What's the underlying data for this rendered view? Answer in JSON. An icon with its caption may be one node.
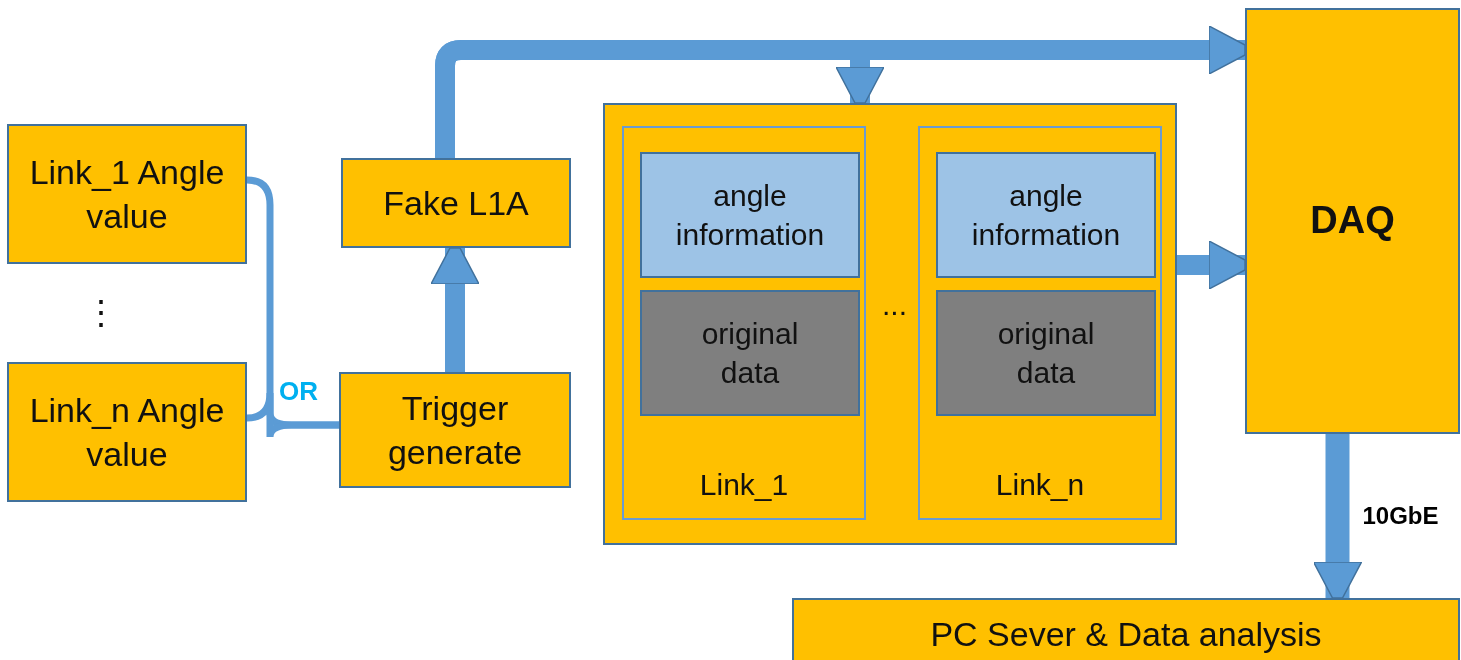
{
  "diagram": {
    "nodes": [
      {
        "text": [
          "Link_1 Angle value"
        ]
      },
      {
        "text": [
          "Link_n Angle value"
        ]
      },
      {
        "text": [
          "Fake L1A"
        ]
      },
      {
        "text": [
          "Trigger generate"
        ]
      },
      {
        "text": [],
        "shape": "box"
      },
      {
        "text": [
          "Link_1"
        ],
        "in": 4
      },
      {
        "text": [
          "angle information"
        ],
        "in": 5
      },
      {
        "text": [
          "original data"
        ],
        "in": 5
      },
      {
        "text": [
          "Link_n"
        ],
        "in": 4
      },
      {
        "text": [
          "angle information"
        ],
        "in": 8
      },
      {
        "text": [
          "original data"
        ],
        "in": 8
      },
      {
        "text": [
          "DAQ"
        ]
      },
      {
        "text": [
          "PC Sever & Data analysis"
        ]
      }
    ],
    "edges": [
      {
        "from": 0,
        "to": 3,
        "arrow": "none"
      },
      {
        "from": 1,
        "to": 3,
        "arrow": "none"
      },
      {
        "from": 3,
        "to": 2,
        "arrow": "to"
      },
      {
        "from": 2,
        "to": 11,
        "arrow": "to"
      },
      {
        "from": 2,
        "to": 4,
        "arrow": "to"
      },
      {
        "from": 4,
        "to": 11,
        "arrow": "to"
      },
      {
        "from": 11,
        "to": 12,
        "arrow": "to",
        "label": "10GbE"
      }
    ],
    "labels": [
      "⋮",
      "OR",
      "..."
    ]
  }
}
